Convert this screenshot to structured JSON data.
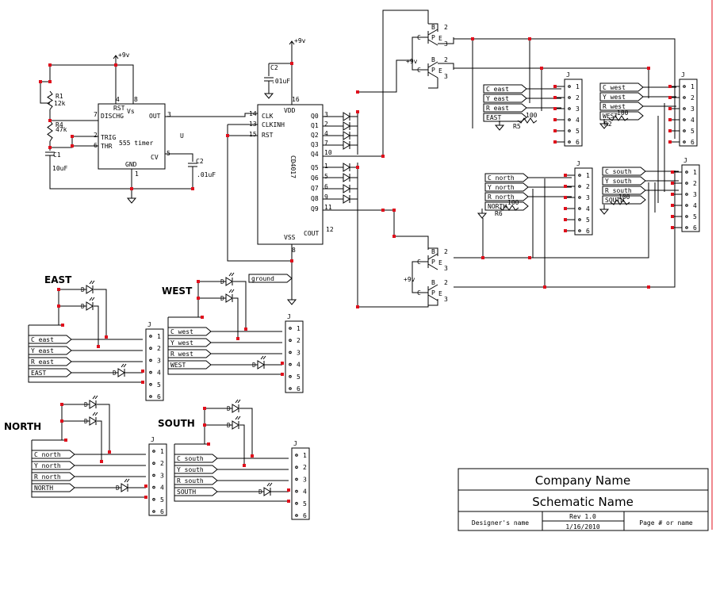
{
  "supply": "+9v",
  "timer": {
    "ref": "U",
    "name": "555 timer",
    "pins": [
      "RST",
      "Vs",
      "DISCHG",
      "OUT",
      "TRIG",
      "THR",
      "CV",
      "GND"
    ],
    "nums": [
      "4",
      "8",
      "7",
      "3",
      "2",
      "6",
      "5",
      "1"
    ]
  },
  "timer_parts": {
    "r1": "R1",
    "r1v": "12k",
    "r4": "R4",
    "r4v": "47k",
    "c1": "C1",
    "c1v": "10uF",
    "c2": "C2",
    "c2v": ".01uF"
  },
  "counter": {
    "ref": "U",
    "name": "CD4017",
    "pins": [
      "CLK",
      "CLKINH",
      "RST",
      "VDD",
      "VSS",
      "COUT",
      "Q0",
      "Q1",
      "Q2",
      "Q3",
      "Q4",
      "Q5",
      "Q6",
      "Q7",
      "Q8",
      "Q9"
    ],
    "nums": [
      "14",
      "13",
      "15",
      "16",
      "8",
      "12",
      "3",
      "2",
      "4",
      "7",
      "10",
      "1",
      "5",
      "6",
      "9",
      "11"
    ]
  },
  "counter_cap": {
    "ref": "C2",
    "value": ".01uF"
  },
  "ground_label": "ground",
  "directions": {
    "east": "EAST",
    "west": "WEST",
    "north": "NORTH",
    "south": "SOUTH"
  },
  "nets": {
    "east": [
      "C east",
      "Y east",
      "R east",
      "EAST"
    ],
    "west": [
      "C west",
      "Y west",
      "R west",
      "WEST"
    ],
    "north": [
      "C north",
      "Y north",
      "R north",
      "NORTH"
    ],
    "south": [
      "C south",
      "Y south",
      "R south",
      "SOUTH"
    ]
  },
  "resistors": {
    "r5": "R5",
    "r2": "R2",
    "r6": "R6",
    "value": "100"
  },
  "connector": {
    "ref": "J",
    "pins": [
      "1",
      "2",
      "3",
      "4",
      "5",
      "6"
    ]
  },
  "transistor_pins": {
    "b": "B",
    "c": "C",
    "e": "E",
    "p": "P"
  },
  "diode": "D",
  "title_block": {
    "company": "Company Name",
    "schematic": "Schematic Name",
    "designer": "Designer's name",
    "rev": "Rev 1.0",
    "date": "1/16/2010",
    "page": "Page # or name"
  },
  "colors": {
    "wire": "#000000",
    "junction": "#e0101c",
    "border": "#e0101c"
  }
}
